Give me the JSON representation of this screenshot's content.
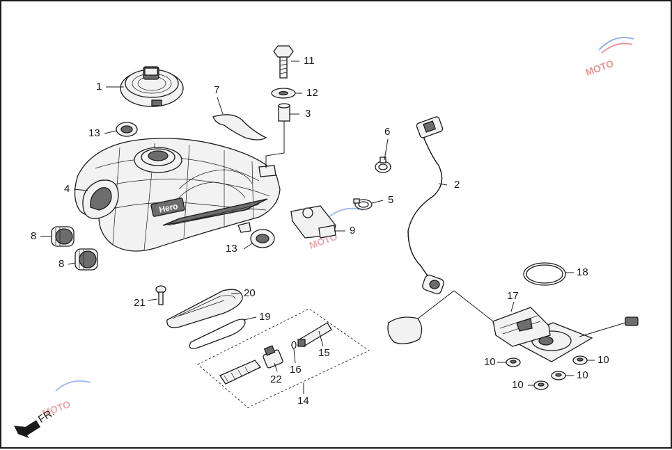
{
  "callouts": [
    {
      "id": "c1",
      "label": "1"
    },
    {
      "id": "c2",
      "label": "2"
    },
    {
      "id": "c3",
      "label": "3"
    },
    {
      "id": "c4",
      "label": "4"
    },
    {
      "id": "c5",
      "label": "5"
    },
    {
      "id": "c6",
      "label": "6"
    },
    {
      "id": "c7",
      "label": "7"
    },
    {
      "id": "c8a",
      "label": "8"
    },
    {
      "id": "c8b",
      "label": "8"
    },
    {
      "id": "c9",
      "label": "9"
    },
    {
      "id": "c10a",
      "label": "10"
    },
    {
      "id": "c10b",
      "label": "10"
    },
    {
      "id": "c10c",
      "label": "10"
    },
    {
      "id": "c10d",
      "label": "10"
    },
    {
      "id": "c11",
      "label": "11"
    },
    {
      "id": "c12",
      "label": "12"
    },
    {
      "id": "c13a",
      "label": "13"
    },
    {
      "id": "c13b",
      "label": "13"
    },
    {
      "id": "c14",
      "label": "14"
    },
    {
      "id": "c15",
      "label": "15"
    },
    {
      "id": "c16",
      "label": "16"
    },
    {
      "id": "c17",
      "label": "17"
    },
    {
      "id": "c18",
      "label": "18"
    },
    {
      "id": "c19",
      "label": "19"
    },
    {
      "id": "c20",
      "label": "20"
    },
    {
      "id": "c21",
      "label": "21"
    },
    {
      "id": "c22",
      "label": "22"
    }
  ],
  "direction_label": "FR.",
  "tank_brand_text": "Hero",
  "watermark_text": "MOTO",
  "colors": {
    "line": "#1a1a1a",
    "watermark": "#d8404a",
    "watermark_blue": "#3b6fd4",
    "border": "#1a1a1a"
  }
}
